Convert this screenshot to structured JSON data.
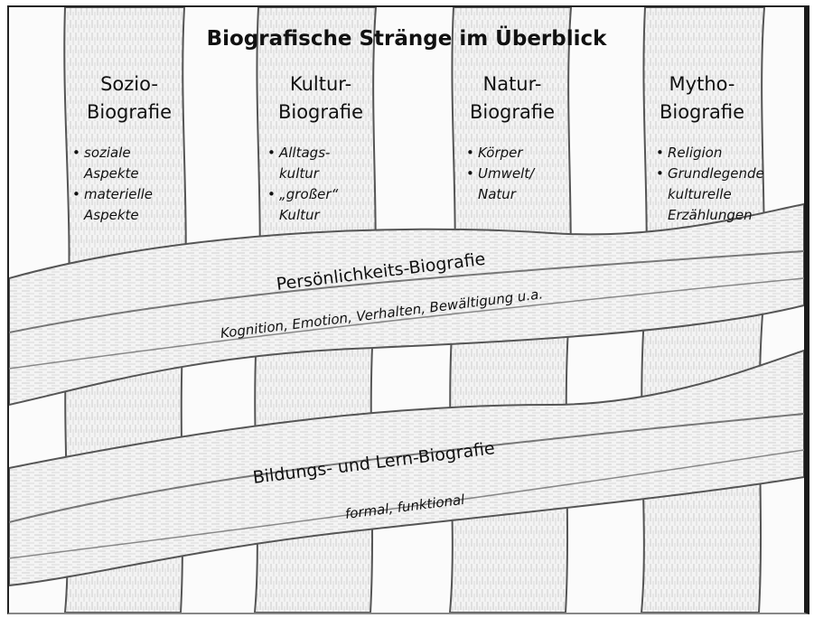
{
  "title": "Biografische Stränge im Überblick",
  "columns": [
    {
      "head_line1": "Sozio-",
      "head_line2": "Biografie",
      "items": [
        "soziale Aspekte",
        "materielle Aspekte"
      ]
    },
    {
      "head_line1": "Kultur-",
      "head_line2": "Biografie",
      "items": [
        "Alltags- kultur",
        "„großer“ Kultur"
      ]
    },
    {
      "head_line1": "Natur-",
      "head_line2": "Biografie",
      "items": [
        "Körper",
        "Umwelt/ Natur"
      ]
    },
    {
      "head_line1": "Mytho-",
      "head_line2": "Biografie",
      "items": [
        "Religion",
        "Grundlegende kulturelle Erzählungen"
      ]
    }
  ],
  "bands": [
    {
      "title": "Persönlichkeits-Biografie",
      "subtitle": "Kognition, Emotion, Verhalten, Bewältigung u.a."
    },
    {
      "title": "Bildungs- und Lern-Biografie",
      "subtitle": "formal, funktional"
    }
  ]
}
